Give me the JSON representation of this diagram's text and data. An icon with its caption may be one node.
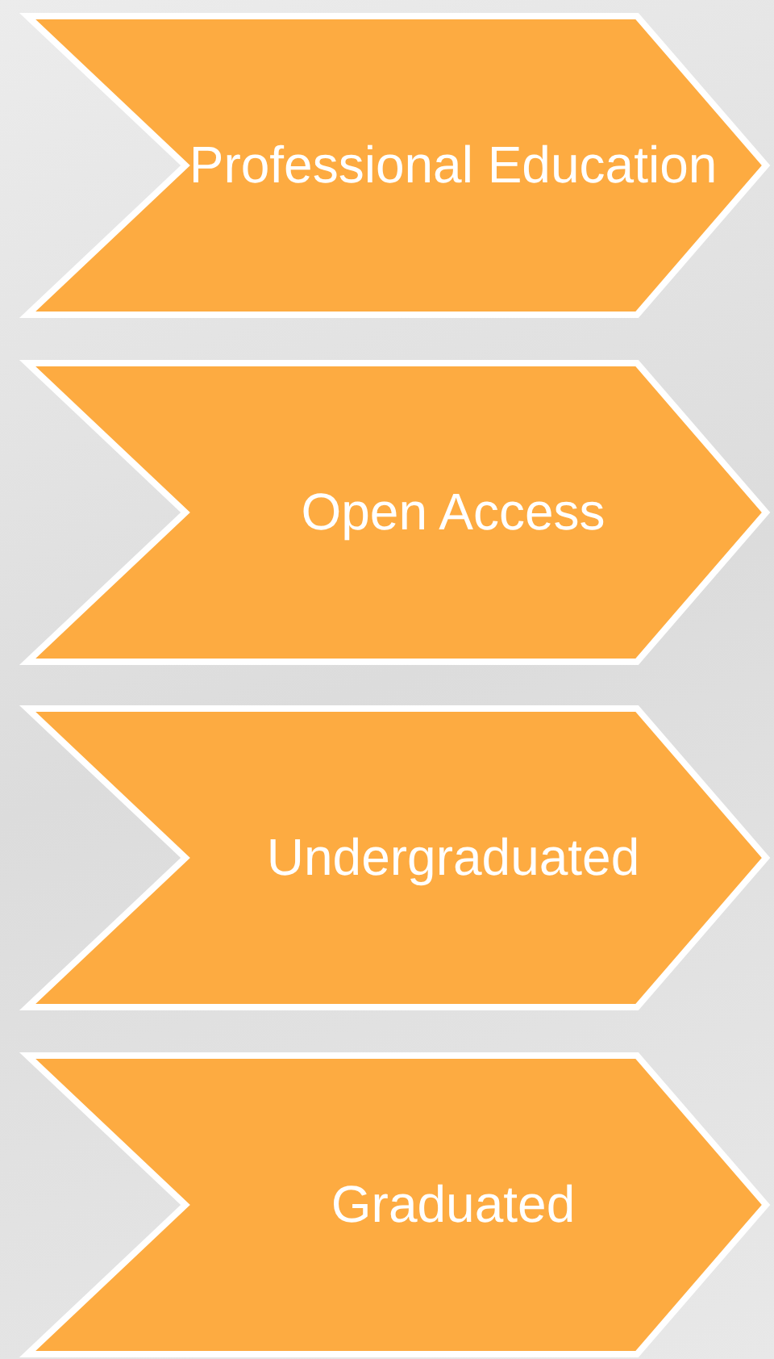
{
  "diagram": {
    "nodes": [
      {
        "text": [
          "Professional Education"
        ]
      },
      {
        "text": [
          "Open Access"
        ]
      },
      {
        "text": [
          "Undergraduated"
        ]
      },
      {
        "text": [
          "Graduated"
        ]
      }
    ]
  }
}
